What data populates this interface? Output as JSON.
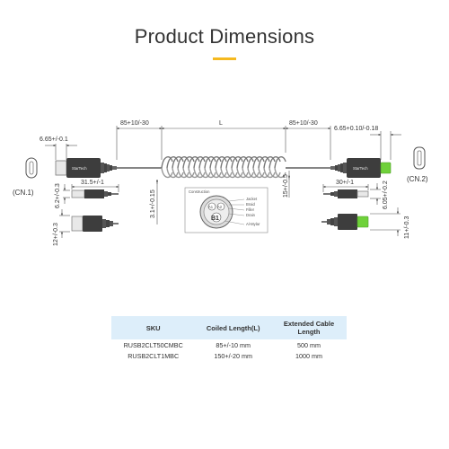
{
  "title": "Product Dimensions",
  "colors": {
    "accent": "#f5b91f",
    "connector_green": "#6fd13a",
    "table_header": "#ddeefa"
  },
  "dimensions": {
    "left_plug_length": "6.65+/-0.1",
    "left_strain_relief": "85+10/-30",
    "coil_length": "L",
    "right_strain_relief": "85+10/-30",
    "right_plug_length": "6.65+0.10/-0.18",
    "coil_height": "3.1+/-0.15",
    "coil_ext_height": "15+/-0.5",
    "left_side_length": "31.5+/-1",
    "left_side_width": "6.2+/-0.3",
    "left_bottom_width": "12+/-0.3",
    "right_side_length": "30+/-1",
    "right_side_width": "6.05+/-0.2",
    "right_bottom_width": "11+/-0.3"
  },
  "connectors": {
    "left": "(CN.1)",
    "right": "(CN.2)",
    "brand": "StarTech"
  },
  "cross_section": {
    "heading": "Construction",
    "pairs": [
      "A1",
      "A2",
      "B1"
    ],
    "layers": [
      "Jacket",
      "Braid",
      "Filler",
      "Drain",
      "Al-Mylar"
    ]
  },
  "table": {
    "headers": [
      "SKU",
      "Coiled Length(L)",
      "Extended Cable Length"
    ],
    "rows": [
      [
        "RUSB2CLT50CMBC",
        "85+/-10 mm",
        "500 mm"
      ],
      [
        "RUSB2CLT1MBC",
        "150+/-20 mm",
        "1000 mm"
      ]
    ]
  }
}
